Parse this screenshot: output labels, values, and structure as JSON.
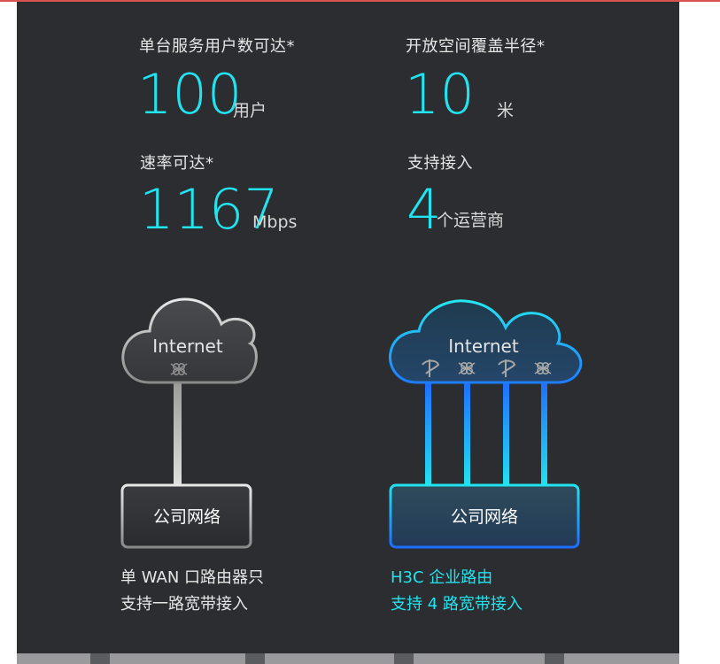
{
  "stats": {
    "users": {
      "label": "单台服务用户数可达*",
      "value": "100",
      "unit": "用户"
    },
    "radius": {
      "label": "开放空间覆盖半径*",
      "value": "10",
      "unit": "米"
    },
    "rate": {
      "label": "速率可达*",
      "value": "1167",
      "unit": "Mbps"
    },
    "carriers": {
      "label": "支持接入",
      "value": "4",
      "unit": "个运营商"
    }
  },
  "diagram_left": {
    "cloud_label": "Internet",
    "box_label": "公司网络",
    "caption_line1": "单 WAN 口路由器只",
    "caption_line2": "支持一路宽带接入"
  },
  "diagram_right": {
    "cloud_label": "Internet",
    "box_label": "公司网络",
    "caption_line1": "H3C 企业路由",
    "caption_line2": "支持 4 路宽带接入"
  },
  "colors": {
    "background": "#2c2d30",
    "accent_cyan": "#22e3f0",
    "accent_blue": "#1e88ff",
    "top_line": "#d9534f"
  }
}
